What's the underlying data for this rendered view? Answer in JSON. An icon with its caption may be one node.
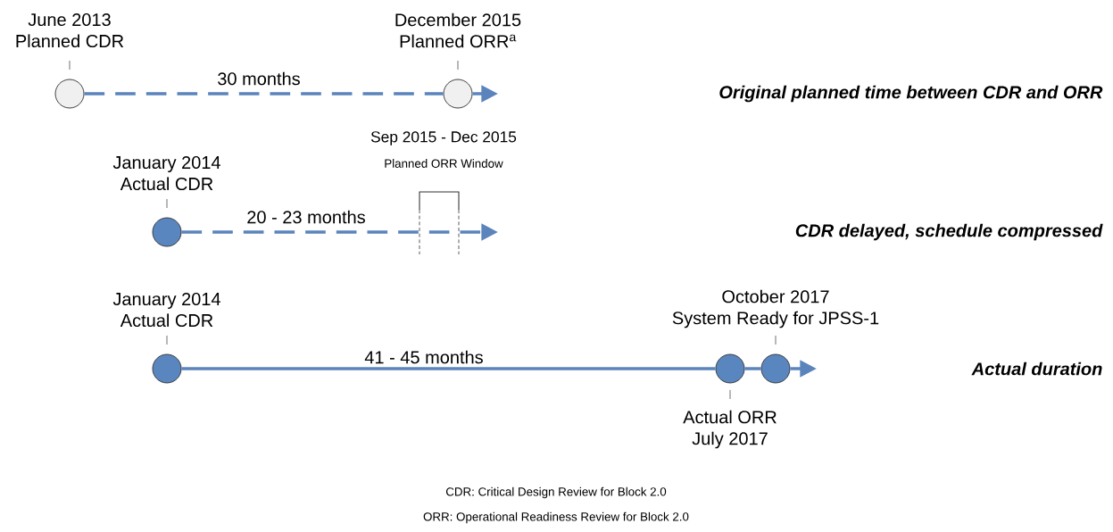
{
  "diagram": {
    "nodes": [
      {
        "text": [],
        "shape": "circle",
        "beside": [
          "June 2013",
          "Planned CDR"
        ]
      },
      {
        "text": [],
        "shape": "circle",
        "beside": [
          "December 2015",
          "Planned ORR$^{a}$"
        ]
      },
      {
        "text": [],
        "shape": "circle",
        "beside": [
          "January 2014",
          "Actual CDR"
        ]
      },
      {
        "text": [],
        "shape": "circle",
        "beside": [
          "January 2014",
          "Actual CDR"
        ]
      },
      {
        "text": [],
        "shape": "circle",
        "beside": [
          "Actual ORR",
          "July 2017"
        ]
      },
      {
        "text": [],
        "shape": "circle",
        "beside": [
          "October 2017",
          "System Ready for JPSS-1"
        ]
      }
    ],
    "edges": [
      {
        "from": 0,
        "to": 1,
        "arrow": "none",
        "style": "dashed",
        "label": "30 months"
      },
      {
        "from": 1,
        "to": null,
        "arrow": "to",
        "style": "dashed"
      },
      {
        "from": 2,
        "to": null,
        "arrow": "to",
        "style": "dashed",
        "label": "20 - 23 months"
      },
      {
        "from": 3,
        "to": 4,
        "arrow": "none",
        "label": "41 - 45 months"
      },
      {
        "from": 4,
        "to": 5,
        "arrow": "none"
      },
      {
        "from": 5,
        "to": null,
        "arrow": "to"
      }
    ],
    "labels": [
      "Original planned time between CDR and ORR",
      "Sep 2015 - Dec 2015",
      "Planned ORR Window",
      "CDR delayed, schedule compressed",
      "Actual duration",
      "CDR: Critical Design Review for Block 2.0",
      "ORR: Operational Readiness Review for Block 2.0"
    ]
  }
}
